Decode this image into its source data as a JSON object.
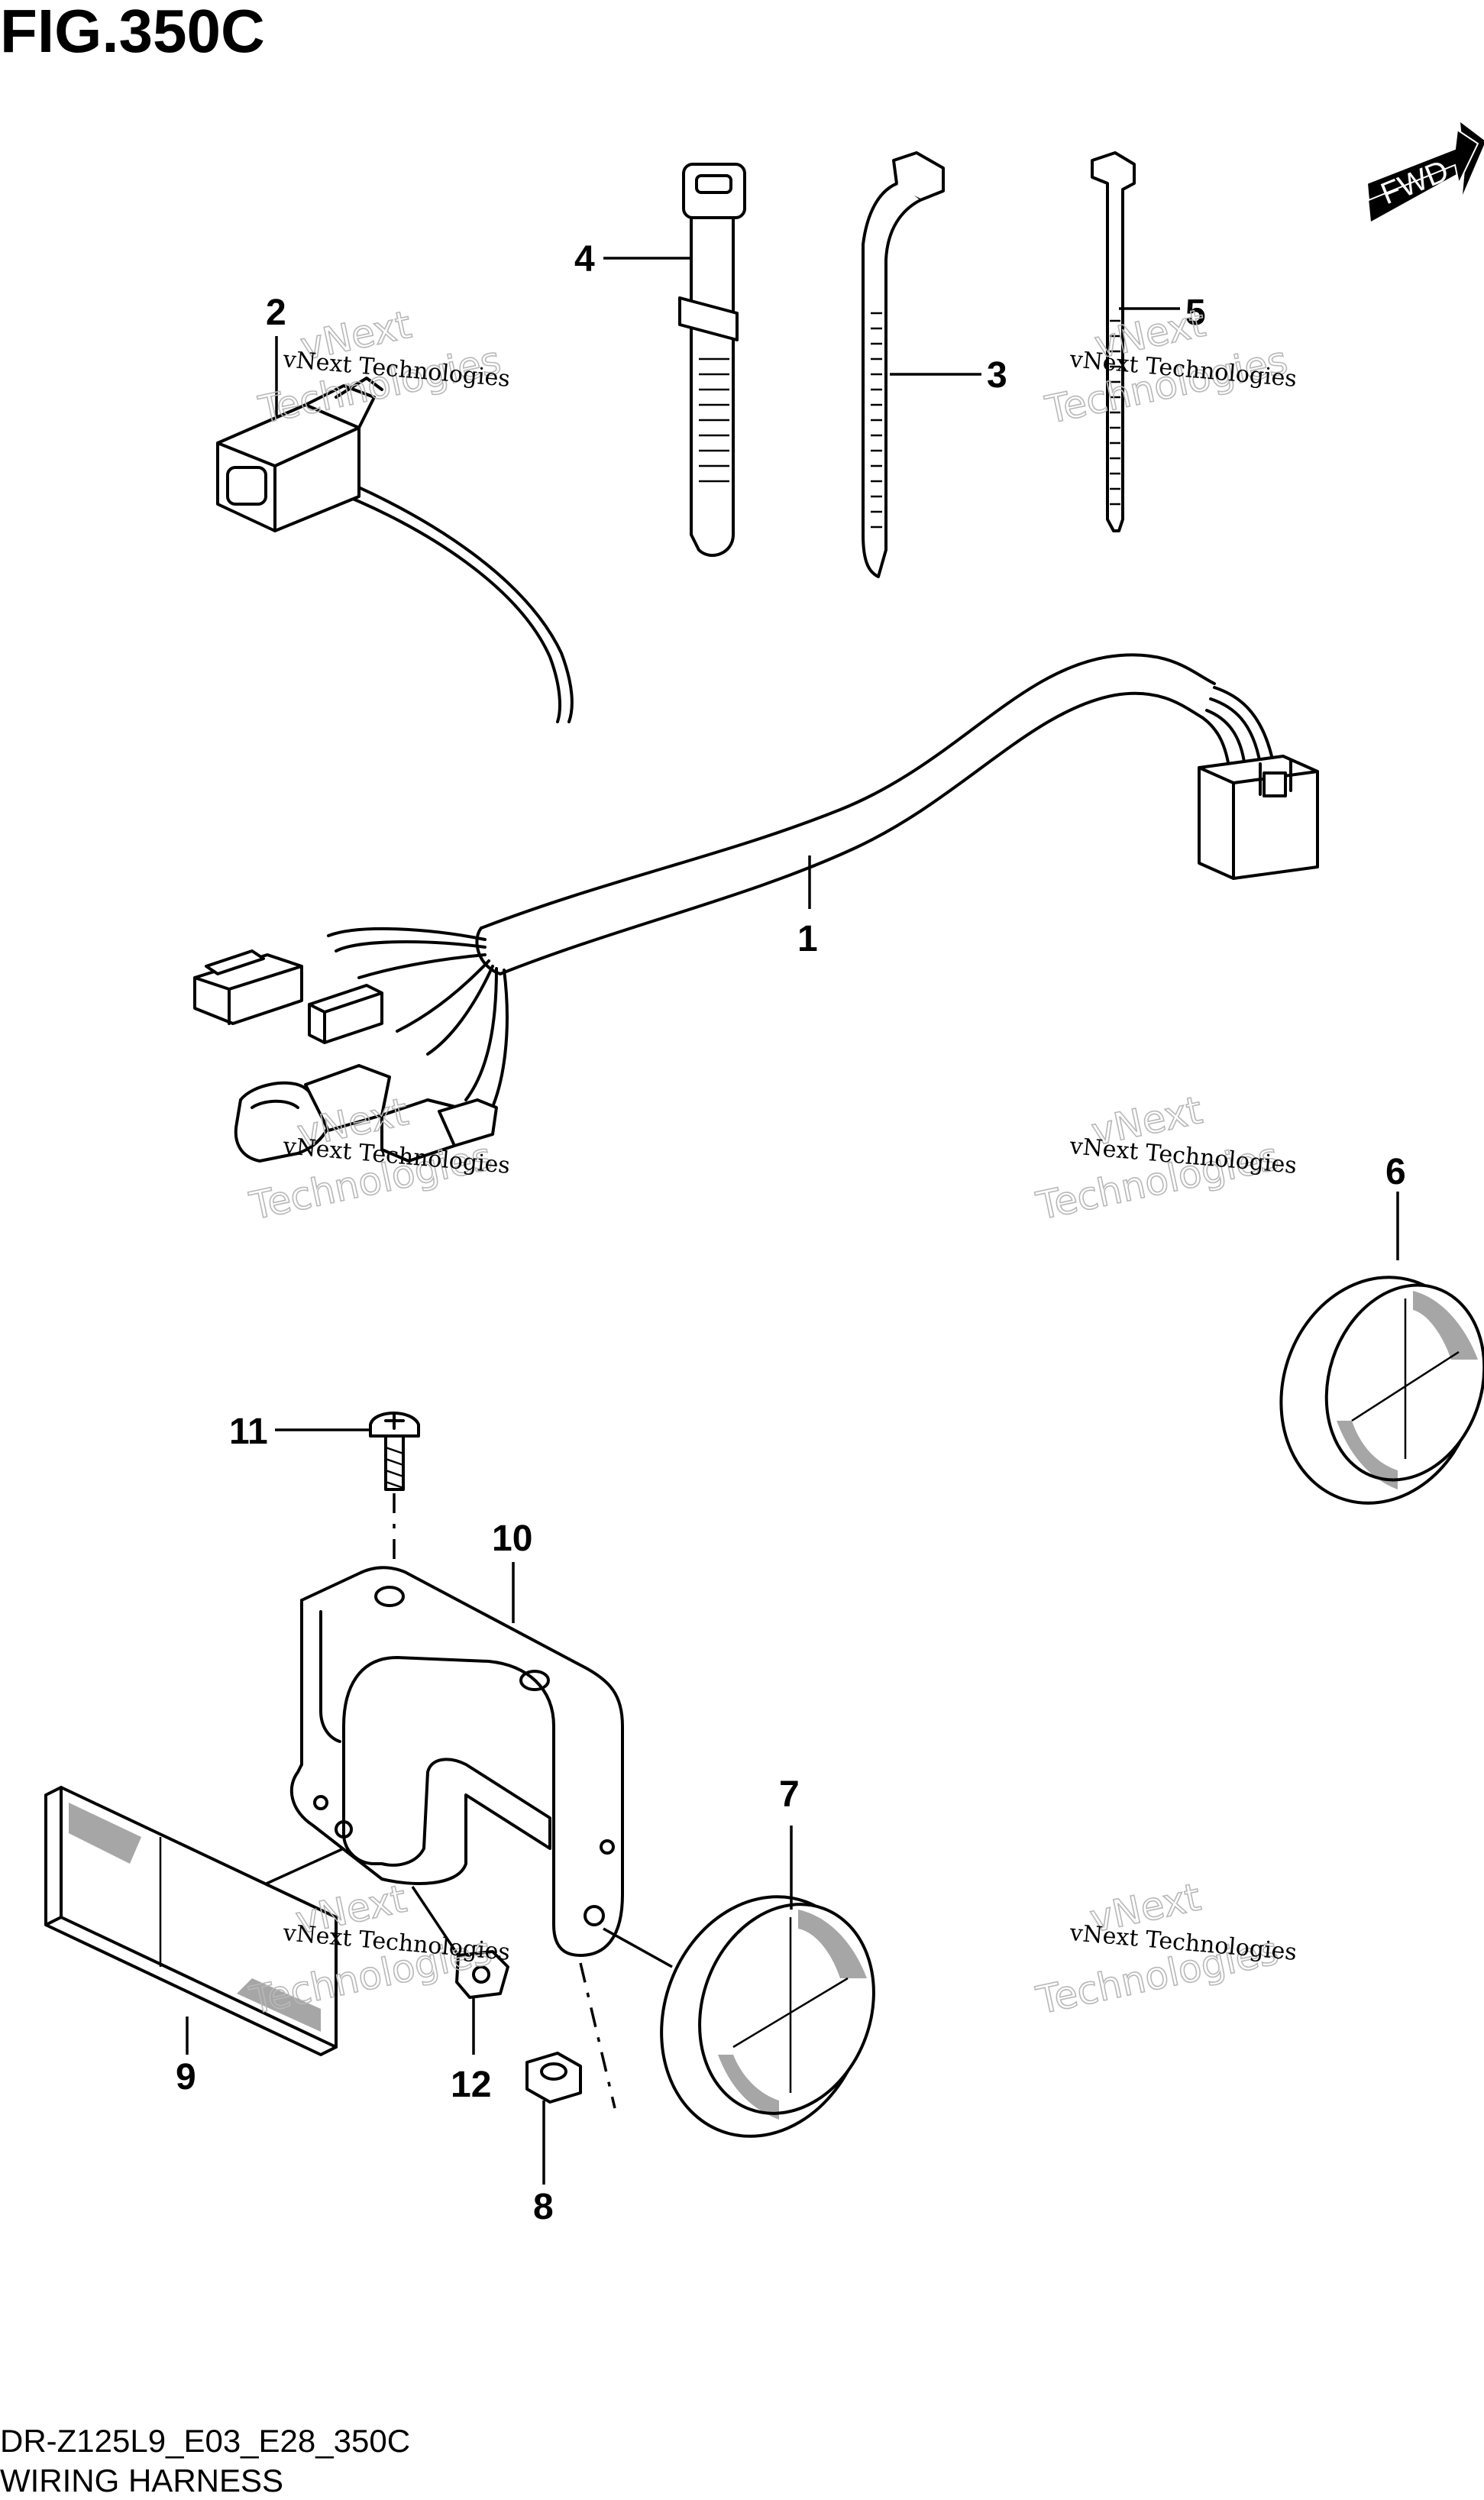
{
  "header": {
    "title": "FIG.350C"
  },
  "footer": {
    "model_code": "DR-Z125L9_E03_E28_350C",
    "caption": "WIRING HARNESS"
  },
  "direction_badge": {
    "label": "FWD",
    "icon": "fwd-arrow-icon"
  },
  "callouts": [
    "1",
    "2",
    "3",
    "4",
    "5",
    "6",
    "7",
    "8",
    "9",
    "10",
    "11",
    "12"
  ],
  "watermark": {
    "line1": "vNext Technologies",
    "line2": "vNext",
    "line3": "Technologies"
  }
}
